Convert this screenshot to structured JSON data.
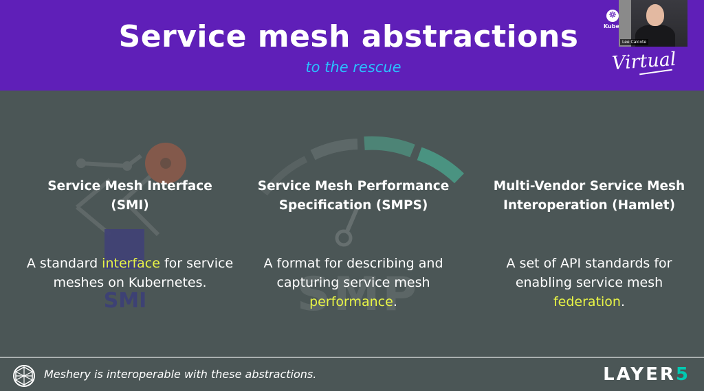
{
  "header": {
    "title": "Service mesh abstractions",
    "subtitle": "to the rescue"
  },
  "overlay": {
    "presenter_name": "Lee Calcote",
    "event_badge": "Kuber",
    "event_mode": "Virtual"
  },
  "decorations": {
    "left_logo_text": "SMI",
    "middle_logo_text": "SMP"
  },
  "columns": [
    {
      "title_line1": "Service Mesh Interface",
      "title_line2": "(SMI)",
      "desc_before": "A standard ",
      "desc_highlight": "interface",
      "desc_after": " for service meshes on Kubernetes."
    },
    {
      "title_line1": "Service Mesh Performance",
      "title_line2": "Specification (SMPS)",
      "desc_before": "A format for describing and capturing service mesh ",
      "desc_highlight": "performance",
      "desc_after": "."
    },
    {
      "title_line1": "Multi-Vendor Service Mesh",
      "title_line2": "Interoperation (Hamlet)",
      "desc_before": "A set of API standards for enabling service mesh ",
      "desc_highlight": "federation",
      "desc_after": "."
    }
  ],
  "footer": {
    "text": "Meshery is interoperable with these abstractions.",
    "brand_main": "LAYER",
    "brand_accent": "5"
  },
  "colors": {
    "header_bg": "#5f1fb8",
    "body_bg": "#4b5656",
    "subtitle": "#2ac1ff",
    "highlight": "#e8f446",
    "brand_accent": "#00c9b1"
  }
}
